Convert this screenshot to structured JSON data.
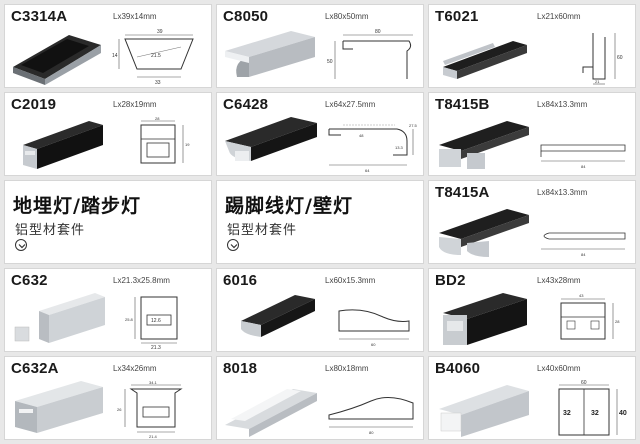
{
  "products": [
    {
      "code": "C3314A",
      "dim": "Lx39x14mm"
    },
    {
      "code": "C8050",
      "dim": "Lx80x50mm"
    },
    {
      "code": "T6021",
      "dim": "Lx21x60mm"
    },
    {
      "code": "C2019",
      "dim": "Lx28x19mm"
    },
    {
      "code": "C6428",
      "dim": "Lx64x27.5mm"
    },
    {
      "code": "T8415B",
      "dim": "Lx84x13.3mm"
    },
    {
      "code": "T8415A",
      "dim": "Lx84x13.3mm"
    },
    {
      "code": "C632",
      "dim": "Lx21.3x25.8mm"
    },
    {
      "code": "6016",
      "dim": "Lx60x15.3mm"
    },
    {
      "code": "BD2",
      "dim": "Lx43x28mm"
    },
    {
      "code": "C632A",
      "dim": "Lx34x26mm"
    },
    {
      "code": "8018",
      "dim": "Lx80x18mm"
    },
    {
      "code": "B4060",
      "dim": "Lx40x60mm"
    }
  ],
  "categories": [
    {
      "title": "地埋灯/踏步灯",
      "subtitle": "铝型材套件"
    },
    {
      "title": "踢脚线灯/壁灯",
      "subtitle": "铝型材套件"
    }
  ],
  "drawings": {
    "c3314a": {
      "w": "39",
      "h": "14",
      "b": "33",
      "m": "21.5"
    },
    "c8050": {
      "w": "80",
      "h": "50"
    },
    "t6021": {
      "h": "60",
      "b": "21"
    },
    "c2019": {
      "w": "28",
      "h": "19"
    },
    "c6428": {
      "w": "64",
      "m": "48",
      "h": "27.5",
      "s": "13.3"
    },
    "t8415b": {
      "w": "84"
    },
    "t8415a": {
      "w": "84"
    },
    "c632": {
      "a": "12.6",
      "b": "21.3",
      "h": "25.8"
    },
    "d6016": {
      "w": "60"
    },
    "bd2": {
      "w": "43",
      "h": "28"
    },
    "c632a": {
      "w": "34.1",
      "h": "26",
      "b": "21.4"
    },
    "d8018": {
      "w": "80"
    },
    "b4060": {
      "w": "60",
      "h1": "32",
      "h2": "32",
      "h3": "40"
    }
  },
  "colors": {
    "profile": "#1c1c1c",
    "aluminum": "#c8ccd0",
    "line": "#555555"
  }
}
